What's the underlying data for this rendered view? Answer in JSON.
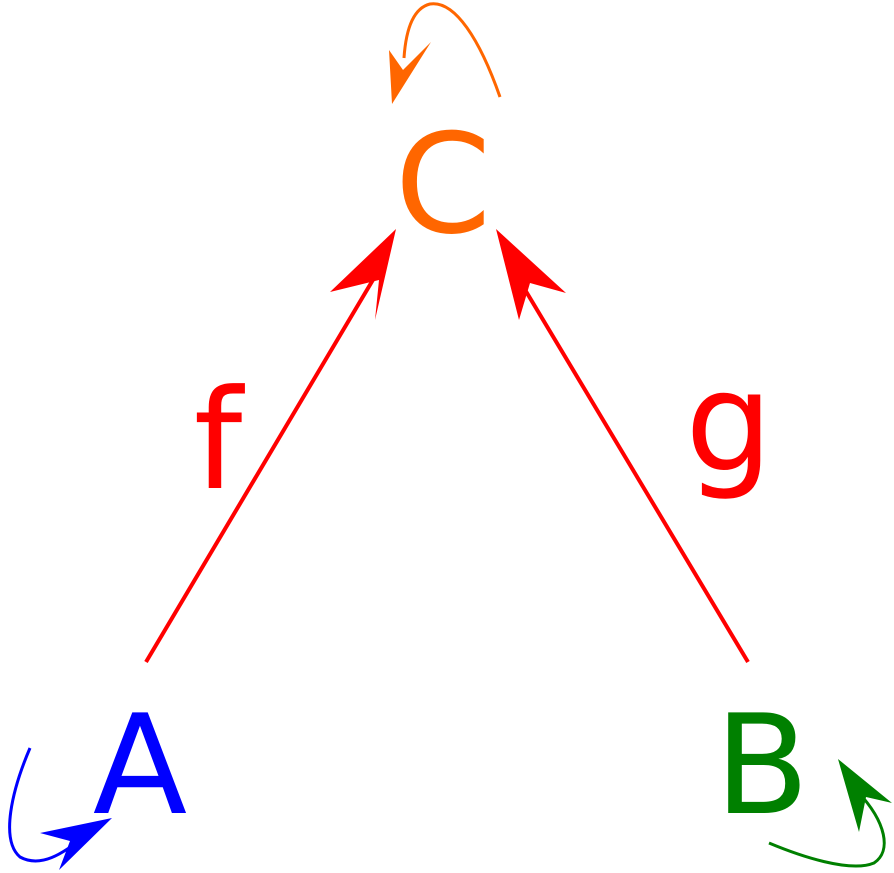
{
  "nodes": {
    "a": {
      "label": "A",
      "color": "#0000ff"
    },
    "b": {
      "label": "B",
      "color": "#008000"
    },
    "c": {
      "label": "C",
      "color": "#ff6600"
    }
  },
  "morphisms": {
    "f": {
      "label": "f",
      "from": "A",
      "to": "C",
      "color": "#ff0000"
    },
    "g": {
      "label": "g",
      "from": "B",
      "to": "C",
      "color": "#ff0000"
    }
  },
  "identity_loops": {
    "a": {
      "on": "A",
      "color": "#0000ff"
    },
    "b": {
      "on": "B",
      "color": "#008000"
    },
    "c": {
      "on": "C",
      "color": "#ff6600"
    }
  }
}
